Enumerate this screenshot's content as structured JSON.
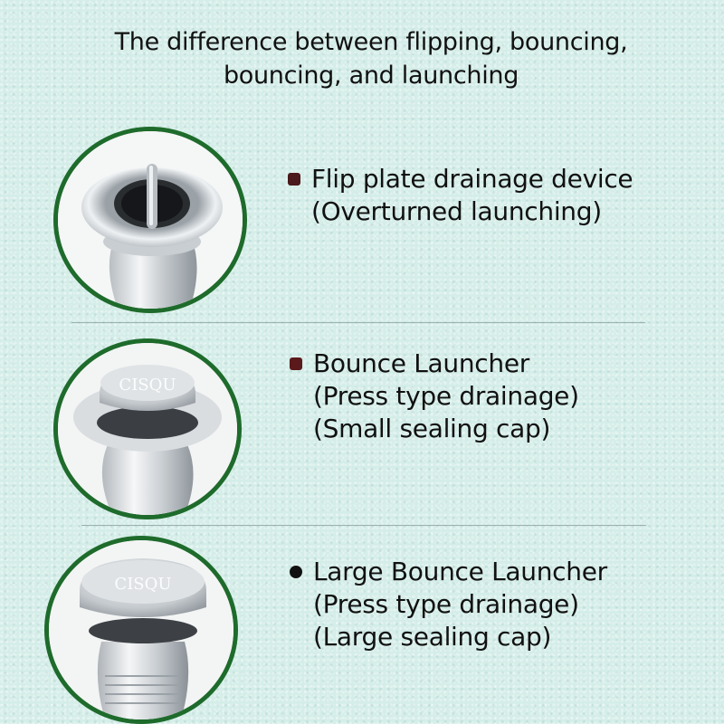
{
  "title": {
    "line1": "The difference between flipping, bouncing,",
    "line2": "bouncing, and launching"
  },
  "colors": {
    "background": "#d4ede8",
    "ring": "#1e6b2c",
    "bullet_1": "#4a1a1c",
    "bullet_2": "#5a1a1c",
    "bullet_3": "#111111"
  },
  "products": [
    {
      "name": "Flip plate drainage device",
      "lines": [
        "(Overturned launching)"
      ]
    },
    {
      "name": "Bounce Launcher",
      "lines": [
        "(Press type drainage)",
        "(Small sealing cap)"
      ],
      "cap_text": "CISQU"
    },
    {
      "name": "Large Bounce Launcher",
      "lines": [
        "(Press type drainage)",
        "(Large sealing cap)"
      ],
      "cap_text": "CISQU"
    }
  ]
}
